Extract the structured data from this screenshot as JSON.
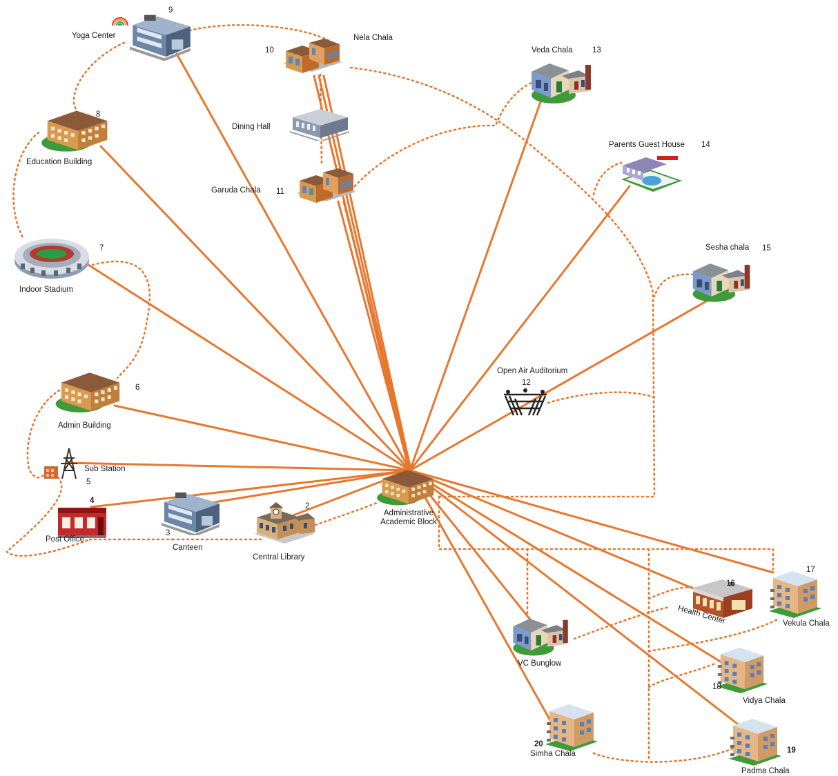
{
  "hub": {
    "label_line1": "Administrative",
    "label_line2": "Academic  Block"
  },
  "nodes": [
    {
      "key": "central_library",
      "label": "Central Library",
      "number": "2",
      "type": "library"
    },
    {
      "key": "canteen",
      "label": "Canteen",
      "number": "3",
      "type": "office"
    },
    {
      "key": "post_office",
      "label": "Post Office",
      "number": "4",
      "type": "shop"
    },
    {
      "key": "sub_station",
      "label": "Sub Station",
      "number": "5",
      "type": "tower"
    },
    {
      "key": "admin_building",
      "label": "Admin Building",
      "number": "6",
      "type": "school"
    },
    {
      "key": "indoor_stadium",
      "label": "Indoor Stadium",
      "number": "7",
      "type": "stadium"
    },
    {
      "key": "education_building",
      "label": "Education Building",
      "number": "8",
      "type": "school"
    },
    {
      "key": "yoga_center",
      "label": "Yoga Center",
      "number": "9",
      "type": "office"
    },
    {
      "key": "nela_chala",
      "label": "Nela Chala",
      "number": "10",
      "type": "complex"
    },
    {
      "key": "dining_hall",
      "label": "Dining Hall",
      "number": "",
      "type": "hall"
    },
    {
      "key": "garuda_chala",
      "label": "Garuda Chala",
      "number": "11",
      "type": "complex"
    },
    {
      "key": "open_air_auditorium",
      "label": "Open Air Auditorium",
      "number": "12",
      "type": "auditorium"
    },
    {
      "key": "veda_chala",
      "label": "Veda Chala",
      "number": "13",
      "type": "house"
    },
    {
      "key": "parents_guest_house",
      "label": "Parents Guest House",
      "number": "14",
      "type": "pool"
    },
    {
      "key": "sesha_chala",
      "label": "Sesha chala",
      "number": "15",
      "type": "house"
    },
    {
      "key": "health_center",
      "label": "Health Center",
      "number": "16",
      "type": "clinic"
    },
    {
      "key": "vekula_chala",
      "label": "Vekula Chala",
      "number": "17",
      "type": "apartment"
    },
    {
      "key": "vidya_chala",
      "label": "Vidya Chala",
      "number": "18",
      "type": "apartment"
    },
    {
      "key": "padma_chala",
      "label": "Padma Chala",
      "number": "19",
      "type": "apartment"
    },
    {
      "key": "simha_chala",
      "label": "Simha Chala",
      "number": "20",
      "type": "apartment"
    },
    {
      "key": "vc_bunglow",
      "label": "VC Bunglow",
      "number": "",
      "type": "house"
    }
  ],
  "colors": {
    "link": "#e8772e",
    "path": "#e8772e",
    "roof": "#8a5a3a",
    "wall": "#d79a4f",
    "glass": "#5a87b8",
    "grass": "#3f9a3a",
    "office": "#6c86a8",
    "apartment": "#e6b585",
    "shop": "#c8282a"
  }
}
